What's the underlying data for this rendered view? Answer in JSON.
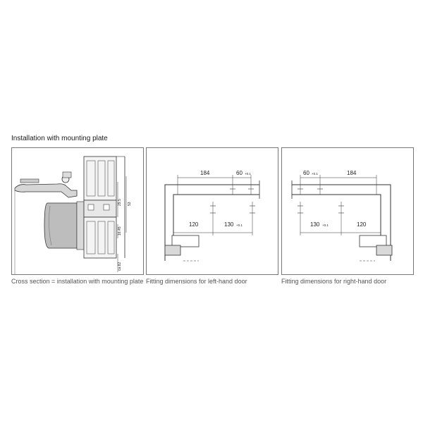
{
  "title": "Installation with mounting plate",
  "panels": [
    {
      "caption": "Cross section = installation with mounting plate",
      "dims": {
        "d1": "29.5",
        "d2": "53",
        "d3": "16.45",
        "d4": "ca.82"
      }
    },
    {
      "caption": "Fitting dimensions for left-hand door",
      "dims": {
        "top_a": "184",
        "top_b": "60",
        "top_b_tol": "+0.1",
        "bot_a": "120",
        "bot_b": "130",
        "bot_b_tol": "+0.1"
      }
    },
    {
      "caption": "Fitting dimensions for right-hand door",
      "dims": {
        "top_a": "60",
        "top_a_tol": "+0.1",
        "top_b": "184",
        "bot_a": "130",
        "bot_a_tol": "+0.1",
        "bot_b": "120"
      }
    }
  ]
}
